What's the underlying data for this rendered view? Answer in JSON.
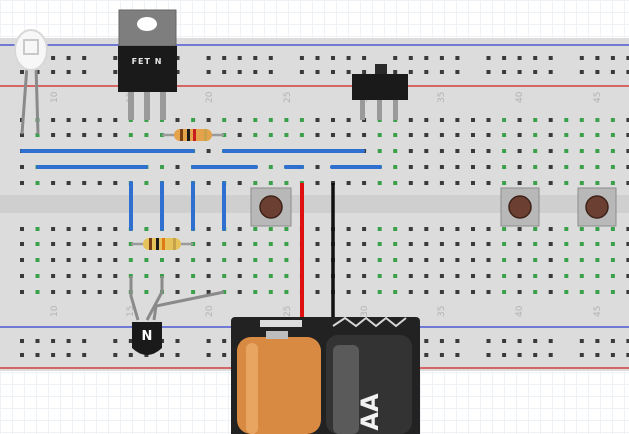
{
  "breadboard": {
    "column_labels": [
      "10",
      "15",
      "20",
      "25",
      "30",
      "35",
      "40",
      "45"
    ]
  },
  "components": {
    "mosfet_label": "FET N",
    "transistor_label": "N",
    "battery_label": "AA"
  },
  "colors": {
    "board": "#dcdcdc",
    "rail_blue": "#2f3fd0",
    "rail_red": "#d02020",
    "jumper_blue": "#2f6fd0",
    "wire_red": "#e01010",
    "wire_black": "#111111",
    "wire_gray": "#8a8a8a",
    "connected_hole": "#3aa04a"
  }
}
